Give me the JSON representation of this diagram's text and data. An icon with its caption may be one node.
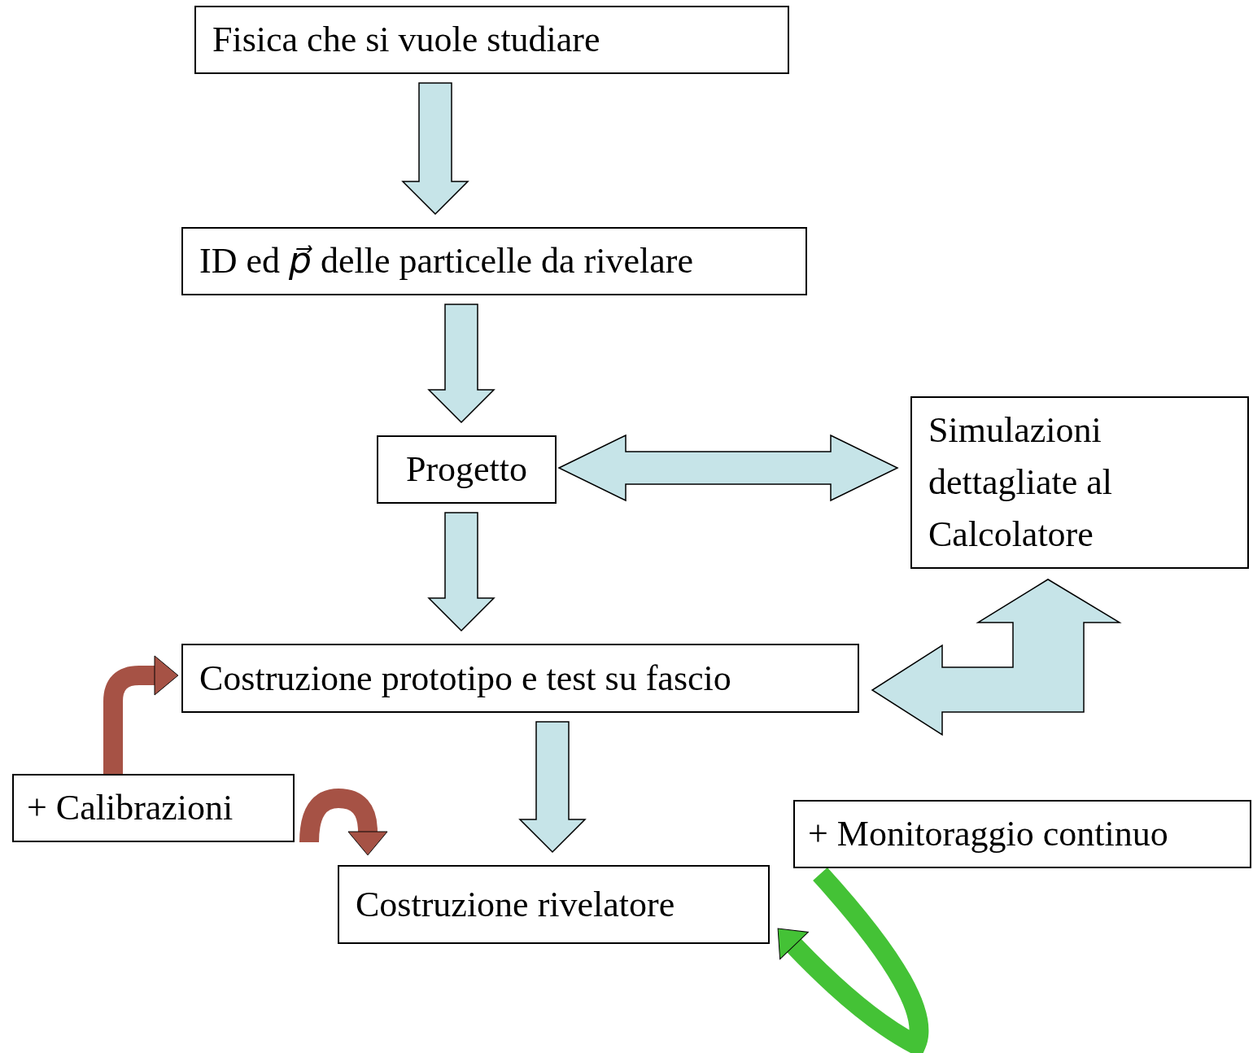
{
  "diagram": {
    "nodes": [
      {
        "text": [
          "Fisica che si vuole studiare"
        ]
      },
      {
        "text": [
          "ID ed *p⃗* delle particelle da rivelare"
        ]
      },
      {
        "text": [
          "Progetto"
        ]
      },
      {
        "text": [
          "Simulazioni dettagliate al Calcolatore"
        ]
      },
      {
        "text": [
          "Costruzione prototipo e test su fascio"
        ]
      },
      {
        "text": [
          "+ Calibrazioni"
        ]
      },
      {
        "text": [
          "Costruzione rivelatore"
        ]
      },
      {
        "text": [
          "+ Monitoraggio continuo"
        ]
      }
    ],
    "edges": [
      {
        "from": 0,
        "to": 1,
        "arrow": "to"
      },
      {
        "from": 1,
        "to": 2,
        "arrow": "to"
      },
      {
        "from": 2,
        "to": 3,
        "arrow": "both"
      },
      {
        "from": 2,
        "to": 4,
        "arrow": "to"
      },
      {
        "from": 4,
        "to": 3,
        "arrow": "both"
      },
      {
        "from": 4,
        "to": 6,
        "arrow": "to"
      },
      {
        "from": 5,
        "to": 4,
        "arrow": "to",
        "color": "#a65245"
      },
      {
        "from": 5,
        "to": 6,
        "arrow": "to",
        "color": "#a65245"
      },
      {
        "from": 7,
        "to": 6,
        "arrow": "to",
        "color": "#44c236"
      }
    ]
  }
}
